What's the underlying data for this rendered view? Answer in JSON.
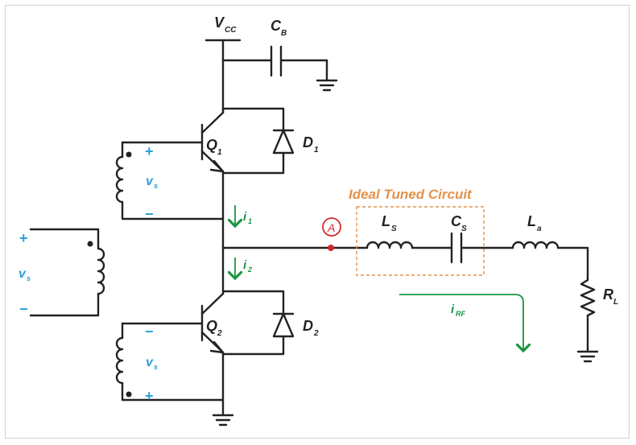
{
  "labels": {
    "vcc_main": "V",
    "vcc_sub": "CC",
    "cb_main": "C",
    "cb_sub": "B",
    "q1_main": "Q",
    "q1_sub": "1",
    "d1_main": "D",
    "d1_sub": "1",
    "q2_main": "Q",
    "q2_sub": "2",
    "d2_main": "D",
    "d2_sub": "2",
    "ls_main": "L",
    "ls_sub": "S",
    "cs_main": "C",
    "cs_sub": "S",
    "la_main": "L",
    "la_sub": "a",
    "rl_main": "R",
    "rl_sub": "L",
    "vs_main": "v",
    "vs_sub": "s",
    "i1_main": "i",
    "i1_sub": "1",
    "i2_main": "i",
    "i2_sub": "2",
    "irf_main": "i",
    "irf_sub": "RF",
    "node_a": "A",
    "tuned_title": "Ideal Tuned Circuit",
    "plus": "+",
    "minus": "−"
  },
  "colors": {
    "wire": "#222222",
    "polarity": "#2a9fd6",
    "current": "#1a9641",
    "tuned": "#e3924a",
    "node": "#d62728"
  }
}
